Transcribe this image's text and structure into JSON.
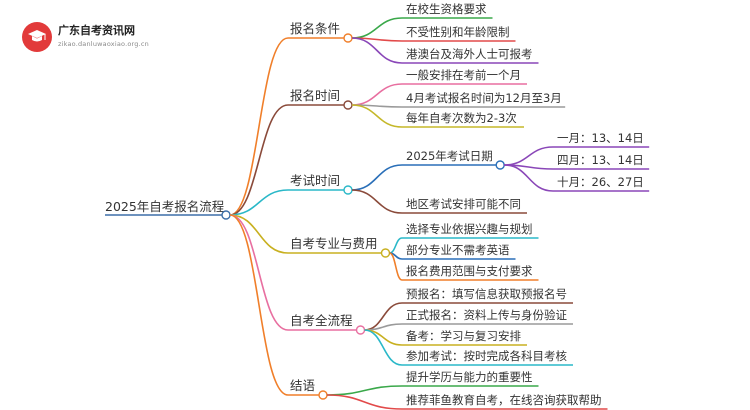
{
  "logo": {
    "title": "广东自考资讯网",
    "url": "zikao.danluwaoxiao.org.cn",
    "icon": "graduation-cap-icon"
  },
  "root": {
    "label": "2025年自考报名流程",
    "color": "#3d6fa8"
  },
  "branches": [
    {
      "label": "报名条件",
      "color": "#f07f2a",
      "children": [
        {
          "label": "在校生资格要求",
          "color": "#3aa84a"
        },
        {
          "label": "不受性别和年龄限制",
          "color": "#e24a4a"
        },
        {
          "label": "港澳台及海外人士可报考",
          "color": "#8a47b8"
        }
      ]
    },
    {
      "label": "报名时间",
      "color": "#8a4a3a",
      "children": [
        {
          "label": "一般安排在考前一个月",
          "color": "#e86fa0"
        },
        {
          "label": "4月考试报名时间为12月至3月",
          "color": "#9a9a9a"
        },
        {
          "label": "每年自考次数为2-3次",
          "color": "#c5b82a"
        }
      ]
    },
    {
      "label": "考试时间",
      "color": "#2ab8c8",
      "children": [
        {
          "label": "2025年考试日期",
          "color": "#2a6fb8",
          "children": [
            {
              "label": "一月：13、14日",
              "color": "#8a47b8"
            },
            {
              "label": "四月：13、14日",
              "color": "#8a47b8"
            },
            {
              "label": "十月：26、27日",
              "color": "#8a47b8"
            }
          ]
        },
        {
          "label": "地区考试安排可能不同",
          "color": "#8a4a3a"
        }
      ]
    },
    {
      "label": "自考专业与费用",
      "color": "#c8b020",
      "children": [
        {
          "label": "选择专业依据兴趣与规划",
          "color": "#2ab8c8"
        },
        {
          "label": "部分专业不需考英语",
          "color": "#2a6fb8"
        },
        {
          "label": "报名费用范围与支付要求",
          "color": "#f07f2a"
        }
      ]
    },
    {
      "label": "自考全流程",
      "color": "#e86fa0",
      "children": [
        {
          "label": "预报名：填写信息获取预报名号",
          "color": "#8a4a3a"
        },
        {
          "label": "正式报名：资料上传与身份验证",
          "color": "#9a9a9a"
        },
        {
          "label": "备考：学习与复习安排",
          "color": "#c8b020"
        },
        {
          "label": "参加考试：按时完成各科目考核",
          "color": "#2ab8c8"
        }
      ]
    },
    {
      "label": "结语",
      "color": "#f07f2a",
      "children": [
        {
          "label": "提升学历与能力的重要性",
          "color": "#3aa84a"
        },
        {
          "label": "推荐菲鱼教育自考，在线咨询获取帮助",
          "color": "#e24a4a"
        }
      ]
    }
  ]
}
